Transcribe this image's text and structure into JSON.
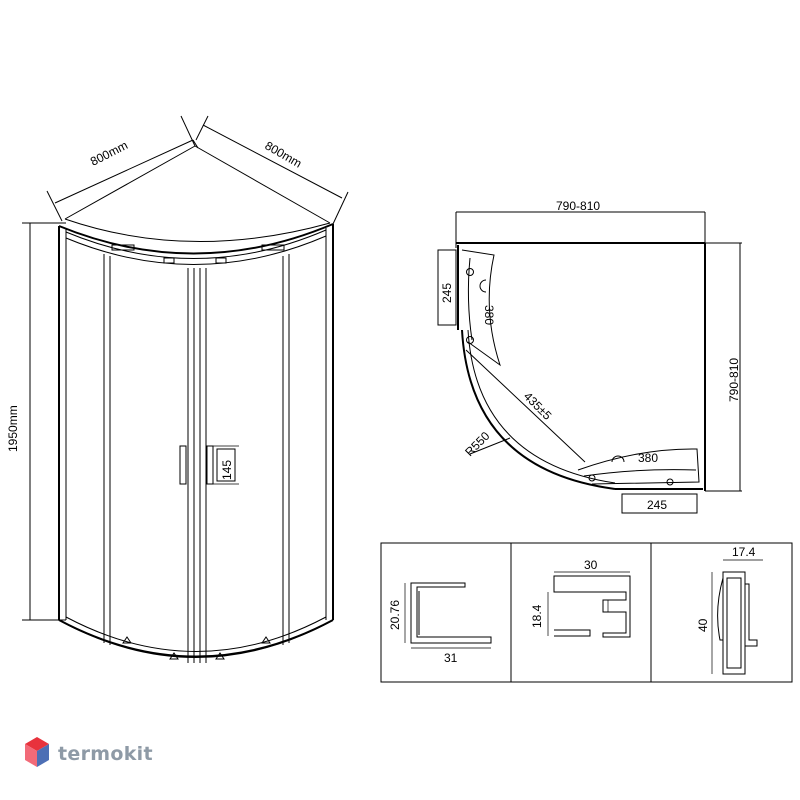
{
  "front_view": {
    "width_left": "800mm",
    "width_right": "800mm",
    "height": "1950mm",
    "handle_label": "145"
  },
  "plan_view": {
    "width": "790-810",
    "depth": "790-810",
    "side_panel_left": "245",
    "side_panel_bottom": "245",
    "door_left": "380",
    "door_bottom": "380",
    "radius": "R550",
    "diagonal": "435±5"
  },
  "profiles": [
    {
      "height": "20.76",
      "width": "31"
    },
    {
      "height": "18.4",
      "width": "30"
    },
    {
      "height": "40",
      "width": "17.4"
    }
  ],
  "brand": {
    "name": "termokit",
    "color_top": "#e8323c",
    "color_left": "#f26a78",
    "color_right": "#4d6fb5"
  }
}
